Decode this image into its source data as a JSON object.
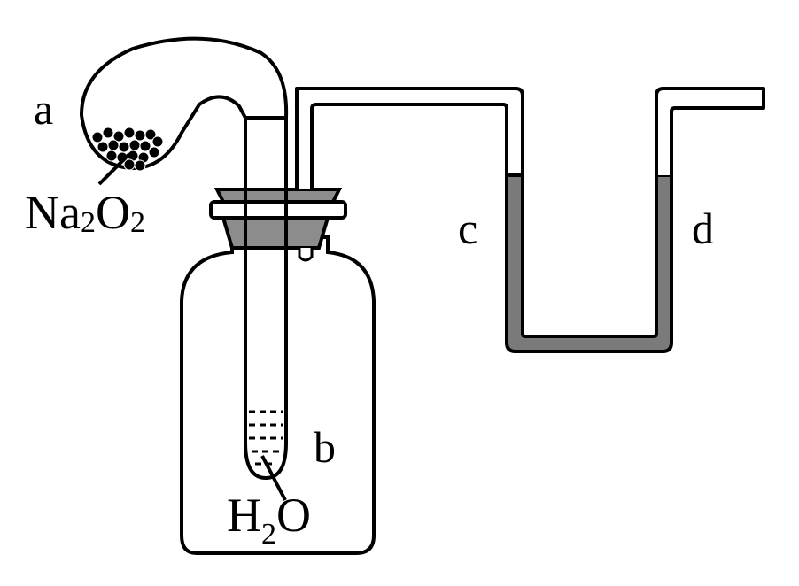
{
  "labels": {
    "a": "a",
    "b": "b",
    "c": "c",
    "d": "d",
    "reagent_main": "Na",
    "reagent_sub1": "2",
    "reagent_mid": "O",
    "reagent_sub2": "2",
    "liquid_main": "H",
    "liquid_sub": "2",
    "liquid_end": "O"
  },
  "colors": {
    "line": "#000000",
    "fill": "#ffffff",
    "stopper": "#8c8c8c",
    "manometer_liquid": "#7a7a7a"
  }
}
